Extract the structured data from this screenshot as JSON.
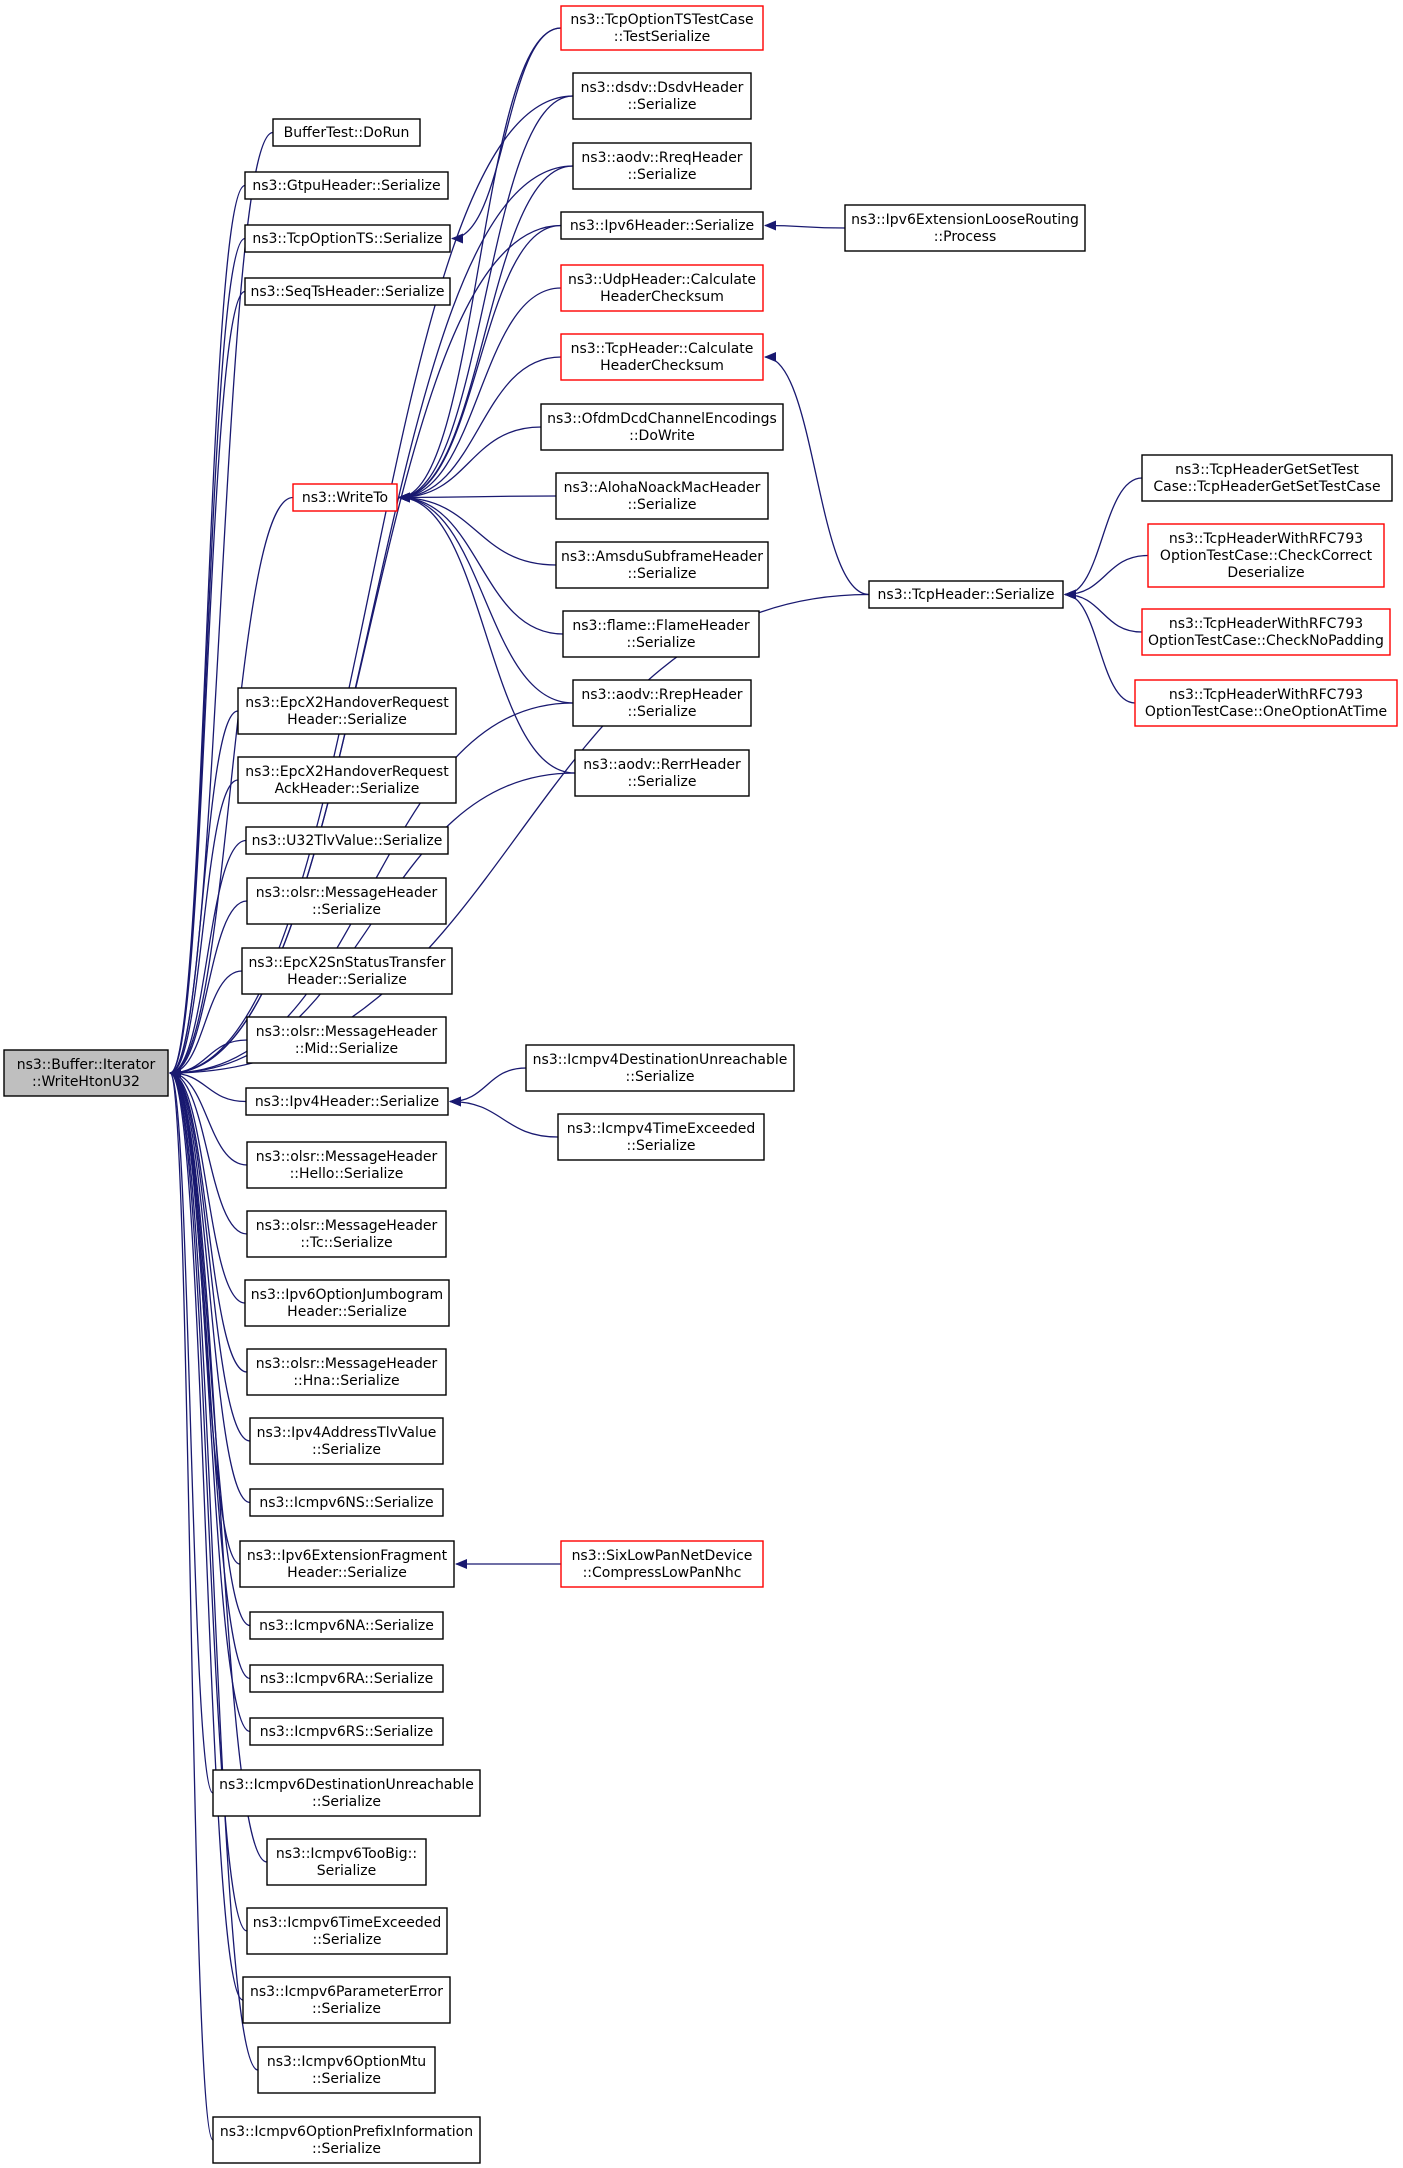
{
  "diagram": {
    "type": "caller-graph",
    "colors": {
      "edge": "#191970",
      "root_fill": "#bfbfbf",
      "linked_border": "#000000",
      "truncated_border": "#ff0000"
    },
    "nodes": [
      {
        "id": "root",
        "lines": [
          "ns3::Buffer::Iterator",
          "::WriteHtonU32"
        ],
        "style": "root"
      },
      {
        "id": "buffertest",
        "lines": [
          "BufferTest::DoRun"
        ],
        "style": "black"
      },
      {
        "id": "gtpu",
        "lines": [
          "ns3::GtpuHeader::Serialize"
        ],
        "style": "black"
      },
      {
        "id": "tcpoptionts",
        "lines": [
          "ns3::TcpOptionTS::Serialize"
        ],
        "style": "black"
      },
      {
        "id": "seqts",
        "lines": [
          "ns3::SeqTsHeader::Serialize"
        ],
        "style": "black"
      },
      {
        "id": "writeto",
        "lines": [
          "ns3::WriteTo"
        ],
        "style": "red"
      },
      {
        "id": "epcho",
        "lines": [
          "ns3::EpcX2HandoverRequest",
          "Header::Serialize"
        ],
        "style": "black"
      },
      {
        "id": "epchoack",
        "lines": [
          "ns3::EpcX2HandoverRequest",
          "AckHeader::Serialize"
        ],
        "style": "black"
      },
      {
        "id": "u32tlv",
        "lines": [
          "ns3::U32TlvValue::Serialize"
        ],
        "style": "black"
      },
      {
        "id": "olsrmsg",
        "lines": [
          "ns3::olsr::MessageHeader",
          "::Serialize"
        ],
        "style": "black"
      },
      {
        "id": "epcsn",
        "lines": [
          "ns3::EpcX2SnStatusTransfer",
          "Header::Serialize"
        ],
        "style": "black"
      },
      {
        "id": "olsrmid",
        "lines": [
          "ns3::olsr::MessageHeader",
          "::Mid::Serialize"
        ],
        "style": "black"
      },
      {
        "id": "ipv4hdr",
        "lines": [
          "ns3::Ipv4Header::Serialize"
        ],
        "style": "black"
      },
      {
        "id": "olsrhello",
        "lines": [
          "ns3::olsr::MessageHeader",
          "::Hello::Serialize"
        ],
        "style": "black"
      },
      {
        "id": "olsrtc",
        "lines": [
          "ns3::olsr::MessageHeader",
          "::Tc::Serialize"
        ],
        "style": "black"
      },
      {
        "id": "ipv6jumbo",
        "lines": [
          "ns3::Ipv6OptionJumbogram",
          "Header::Serialize"
        ],
        "style": "black"
      },
      {
        "id": "olsrhna",
        "lines": [
          "ns3::olsr::MessageHeader",
          "::Hna::Serialize"
        ],
        "style": "black"
      },
      {
        "id": "ipv4addrtlv",
        "lines": [
          "ns3::Ipv4AddressTlvValue",
          "::Serialize"
        ],
        "style": "black"
      },
      {
        "id": "icmpv6ns",
        "lines": [
          "ns3::Icmpv6NS::Serialize"
        ],
        "style": "black"
      },
      {
        "id": "ipv6frag",
        "lines": [
          "ns3::Ipv6ExtensionFragment",
          "Header::Serialize"
        ],
        "style": "black"
      },
      {
        "id": "icmpv6na",
        "lines": [
          "ns3::Icmpv6NA::Serialize"
        ],
        "style": "black"
      },
      {
        "id": "icmpv6ra",
        "lines": [
          "ns3::Icmpv6RA::Serialize"
        ],
        "style": "black"
      },
      {
        "id": "icmpv6rs",
        "lines": [
          "ns3::Icmpv6RS::Serialize"
        ],
        "style": "black"
      },
      {
        "id": "icmpv6du",
        "lines": [
          "ns3::Icmpv6DestinationUnreachable",
          "::Serialize"
        ],
        "style": "black"
      },
      {
        "id": "icmpv6tb",
        "lines": [
          "ns3::Icmpv6TooBig::",
          "Serialize"
        ],
        "style": "black"
      },
      {
        "id": "icmpv6te",
        "lines": [
          "ns3::Icmpv6TimeExceeded",
          "::Serialize"
        ],
        "style": "black"
      },
      {
        "id": "icmpv6pe",
        "lines": [
          "ns3::Icmpv6ParameterError",
          "::Serialize"
        ],
        "style": "black"
      },
      {
        "id": "icmpv6mtu",
        "lines": [
          "ns3::Icmpv6OptionMtu",
          "::Serialize"
        ],
        "style": "black"
      },
      {
        "id": "icmpv6pi",
        "lines": [
          "ns3::Icmpv6OptionPrefixInformation",
          "::Serialize"
        ],
        "style": "black"
      },
      {
        "id": "tcpopttstest",
        "lines": [
          "ns3::TcpOptionTSTestCase",
          "::TestSerialize"
        ],
        "style": "red"
      },
      {
        "id": "dsdv",
        "lines": [
          "ns3::dsdv::DsdvHeader",
          "::Serialize"
        ],
        "style": "black"
      },
      {
        "id": "aodvrreq",
        "lines": [
          "ns3::aodv::RreqHeader",
          "::Serialize"
        ],
        "style": "black"
      },
      {
        "id": "ipv6hdr",
        "lines": [
          "ns3::Ipv6Header::Serialize"
        ],
        "style": "black"
      },
      {
        "id": "udpcsum",
        "lines": [
          "ns3::UdpHeader::Calculate",
          "HeaderChecksum"
        ],
        "style": "red"
      },
      {
        "id": "tcpcsum",
        "lines": [
          "ns3::TcpHeader::Calculate",
          "HeaderChecksum"
        ],
        "style": "red"
      },
      {
        "id": "ofdm",
        "lines": [
          "ns3::OfdmDcdChannelEncodings",
          "::DoWrite"
        ],
        "style": "black"
      },
      {
        "id": "aloha",
        "lines": [
          "ns3::AlohaNoackMacHeader",
          "::Serialize"
        ],
        "style": "black"
      },
      {
        "id": "amsdu",
        "lines": [
          "ns3::AmsduSubframeHeader",
          "::Serialize"
        ],
        "style": "black"
      },
      {
        "id": "flame",
        "lines": [
          "ns3::flame::FlameHeader",
          "::Serialize"
        ],
        "style": "black"
      },
      {
        "id": "aodvrrep",
        "lines": [
          "ns3::aodv::RrepHeader",
          "::Serialize"
        ],
        "style": "black"
      },
      {
        "id": "aodvrerr",
        "lines": [
          "ns3::aodv::RerrHeader",
          "::Serialize"
        ],
        "style": "black"
      },
      {
        "id": "icmpv4du",
        "lines": [
          "ns3::Icmpv4DestinationUnreachable",
          "::Serialize"
        ],
        "style": "black"
      },
      {
        "id": "icmpv4te",
        "lines": [
          "ns3::Icmpv4TimeExceeded",
          "::Serialize"
        ],
        "style": "black"
      },
      {
        "id": "sixlowpan",
        "lines": [
          "ns3::SixLowPanNetDevice",
          "::CompressLowPanNhc"
        ],
        "style": "red"
      },
      {
        "id": "ipv6loose",
        "lines": [
          "ns3::Ipv6ExtensionLooseRouting",
          "::Process"
        ],
        "style": "black"
      },
      {
        "id": "tcphdr",
        "lines": [
          "ns3::TcpHeader::Serialize"
        ],
        "style": "black"
      },
      {
        "id": "tcpgetset",
        "lines": [
          "ns3::TcpHeaderGetSetTest",
          "Case::TcpHeaderGetSetTestCase"
        ],
        "style": "black"
      },
      {
        "id": "tcprfc1",
        "lines": [
          "ns3::TcpHeaderWithRFC793",
          "OptionTestCase::CheckCorrect",
          "Deserialize"
        ],
        "style": "red"
      },
      {
        "id": "tcprfc2",
        "lines": [
          "ns3::TcpHeaderWithRFC793",
          "OptionTestCase::CheckNoPadding"
        ],
        "style": "red"
      },
      {
        "id": "tcprfc3",
        "lines": [
          "ns3::TcpHeaderWithRFC793",
          "OptionTestCase::OneOptionAtTime"
        ],
        "style": "red"
      }
    ],
    "edges": [
      [
        "buffertest",
        "root"
      ],
      [
        "gtpu",
        "root"
      ],
      [
        "tcpoptionts",
        "root"
      ],
      [
        "seqts",
        "root"
      ],
      [
        "ipv6hdr",
        "root"
      ],
      [
        "aodvrreq",
        "root"
      ],
      [
        "dsdv",
        "root"
      ],
      [
        "writeto",
        "root"
      ],
      [
        "aodvrrep",
        "root"
      ],
      [
        "aodvrerr",
        "root"
      ],
      [
        "tcphdr",
        "root"
      ],
      [
        "epcho",
        "root"
      ],
      [
        "epchoack",
        "root"
      ],
      [
        "u32tlv",
        "root"
      ],
      [
        "olsrmsg",
        "root"
      ],
      [
        "epcsn",
        "root"
      ],
      [
        "olsrmid",
        "root"
      ],
      [
        "ipv4hdr",
        "root"
      ],
      [
        "olsrhello",
        "root"
      ],
      [
        "olsrtc",
        "root"
      ],
      [
        "ipv6jumbo",
        "root"
      ],
      [
        "olsrhna",
        "root"
      ],
      [
        "ipv4addrtlv",
        "root"
      ],
      [
        "icmpv6ns",
        "root"
      ],
      [
        "ipv6frag",
        "root"
      ],
      [
        "icmpv6na",
        "root"
      ],
      [
        "icmpv6ra",
        "root"
      ],
      [
        "icmpv6rs",
        "root"
      ],
      [
        "icmpv6du",
        "root"
      ],
      [
        "icmpv6tb",
        "root"
      ],
      [
        "icmpv6te",
        "root"
      ],
      [
        "icmpv6pe",
        "root"
      ],
      [
        "icmpv6mtu",
        "root"
      ],
      [
        "icmpv6pi",
        "root"
      ],
      [
        "tcpopttstest",
        "tcpoptionts"
      ],
      [
        "tcpopttstest",
        "writeto"
      ],
      [
        "dsdv",
        "writeto"
      ],
      [
        "aodvrreq",
        "writeto"
      ],
      [
        "ipv6hdr",
        "writeto"
      ],
      [
        "udpcsum",
        "writeto"
      ],
      [
        "tcpcsum",
        "writeto"
      ],
      [
        "ofdm",
        "writeto"
      ],
      [
        "aloha",
        "writeto"
      ],
      [
        "amsdu",
        "writeto"
      ],
      [
        "flame",
        "writeto"
      ],
      [
        "aodvrrep",
        "writeto"
      ],
      [
        "aodvrerr",
        "writeto"
      ],
      [
        "ipv6loose",
        "ipv6hdr"
      ],
      [
        "tcphdr",
        "tcpcsum"
      ],
      [
        "icmpv4du",
        "ipv4hdr"
      ],
      [
        "icmpv4te",
        "ipv4hdr"
      ],
      [
        "sixlowpan",
        "ipv6frag"
      ],
      [
        "tcpgetset",
        "tcphdr"
      ],
      [
        "tcprfc1",
        "tcphdr"
      ],
      [
        "tcprfc2",
        "tcphdr"
      ],
      [
        "tcprfc3",
        "tcphdr"
      ]
    ]
  }
}
